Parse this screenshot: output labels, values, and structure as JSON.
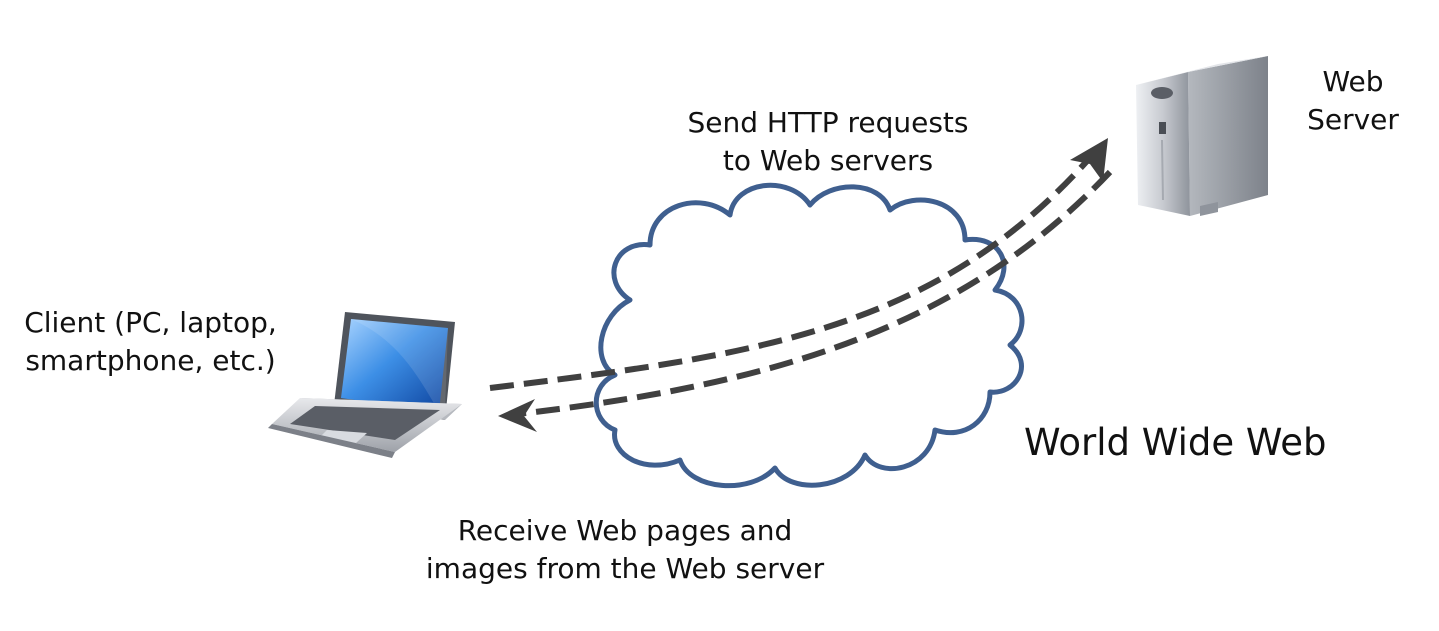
{
  "client": {
    "lines": [
      "Client (PC, laptop,",
      "smartphone, etc.)"
    ],
    "icon": "laptop-icon"
  },
  "server": {
    "lines": [
      "Web",
      "Server"
    ],
    "icon": "server-tower-icon"
  },
  "request": {
    "lines": [
      "Send HTTP requests",
      "to Web servers"
    ]
  },
  "response": {
    "lines": [
      "Receive Web pages and",
      "images from the Web server"
    ]
  },
  "network": {
    "label": "World Wide Web",
    "icon": "cloud-icon"
  },
  "colors": {
    "cloud_stroke": "#3f5f8f",
    "arrow": "#404040",
    "laptop_screen": "#2f7fd8",
    "server_body": "#c9ccd2"
  }
}
